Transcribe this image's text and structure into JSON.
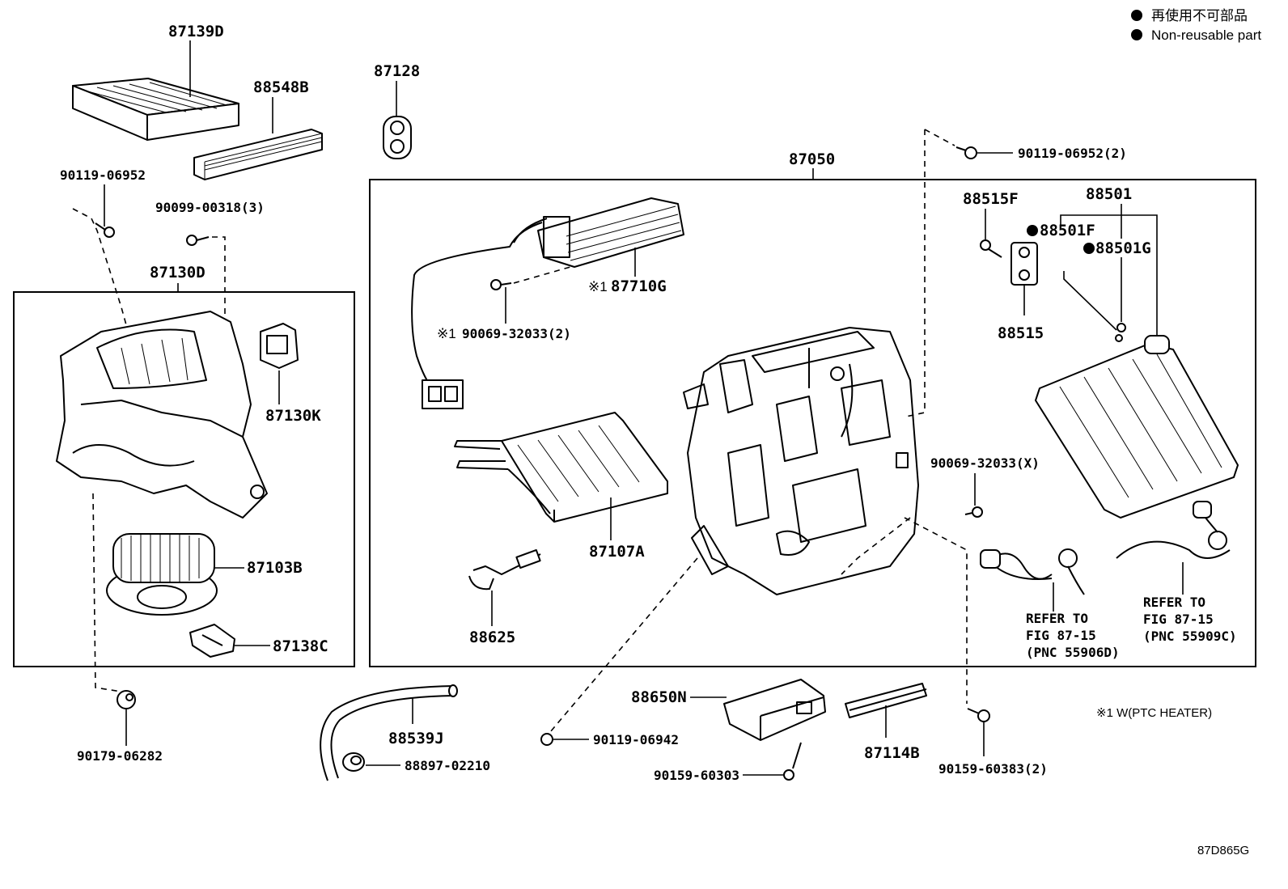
{
  "legend": {
    "jp_text": "再使用不可部品",
    "en_text": "Non-reusable part",
    "note_text": "※1 W(PTC HEATER)"
  },
  "figure_code": "87D865G",
  "labels": {
    "p87139D": "87139D",
    "p88548B": "88548B",
    "p87128": "87128",
    "p90119_06952": "90119-06952",
    "p90099_00318": "90099-00318(3)",
    "p87130D": "87130D",
    "p87130K": "87130K",
    "p87103B": "87103B",
    "p87138C": "87138C",
    "p90179_06282": "90179-06282",
    "p87050": "87050",
    "p90119_06952_2": "90119-06952(2)",
    "p87710G": "87710G",
    "p87710G_mark": "※1",
    "p90069_32033_2": "90069-32033(2)",
    "p90069_32033_2_mark": "※1",
    "p88515F": "88515F",
    "p88501": "88501",
    "p88501F": "88501F",
    "p88501G": "88501G",
    "p88515": "88515",
    "p87107A": "87107A",
    "p88625": "88625",
    "p90069_32033_X": "90069-32033(X)",
    "refer1_line1": "REFER TO",
    "refer1_line2": "FIG 87-15",
    "refer1_line3": "(PNC 55906D)",
    "refer2_line1": "REFER TO",
    "refer2_line2": "FIG 87-15",
    "refer2_line3": "(PNC 55909C)",
    "p88650N": "88650N",
    "p88539J": "88539J",
    "p88897_02210": "88897-02210",
    "p90119_06942": "90119-06942",
    "p90159_60303": "90159-60303",
    "p87114B": "87114B",
    "p90159_60383": "90159-60383(2)"
  }
}
